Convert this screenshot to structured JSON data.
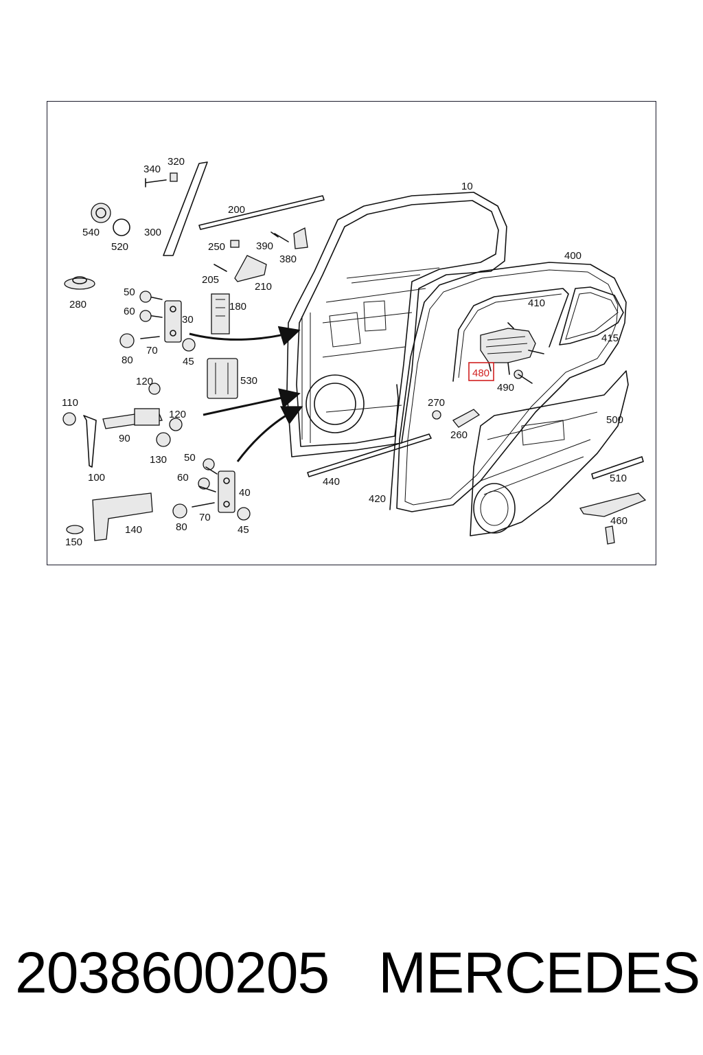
{
  "diagram": {
    "callouts": [
      "10",
      "30",
      "40",
      "45",
      "45",
      "50",
      "50",
      "60",
      "60",
      "70",
      "70",
      "80",
      "80",
      "90",
      "100",
      "110",
      "120",
      "120",
      "130",
      "140",
      "150",
      "180",
      "200",
      "205",
      "210",
      "250",
      "260",
      "270",
      "280",
      "300",
      "320",
      "340",
      "380",
      "390",
      "400",
      "410",
      "415",
      "420",
      "440",
      "460",
      "480",
      "490",
      "500",
      "510",
      "520",
      "530",
      "540"
    ],
    "highlighted_callout": "480",
    "highlight_color": "#d02020"
  },
  "footer": {
    "part_number": "2038600205",
    "brand": "MERCEDES"
  }
}
